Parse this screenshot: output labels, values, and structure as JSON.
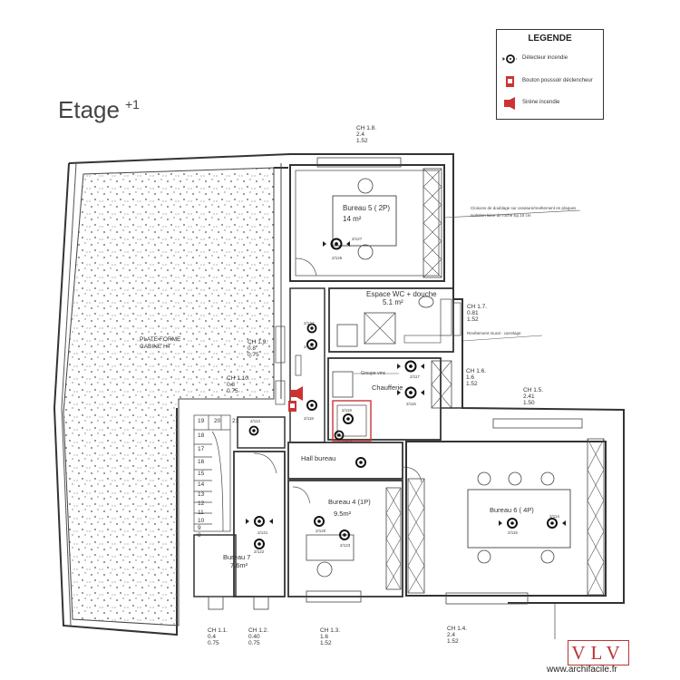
{
  "title": {
    "main": "Etage",
    "sup": "+1"
  },
  "legend": {
    "title": "LEGENDE",
    "items": [
      {
        "label": "Détecteur incendie",
        "icon": "smoke-detector-icon"
      },
      {
        "label": "Bouton poussoir déclencheur",
        "icon": "manual-call-point-icon"
      },
      {
        "label": "Sirène incendie",
        "icon": "siren-icon"
      }
    ]
  },
  "colors": {
    "walls": "#333333",
    "accent": "#cc3333",
    "hatch": "#555555"
  },
  "rooms": {
    "bureau5": {
      "name": "Bureau 5 ( 2P)",
      "area": "14 m²"
    },
    "wc": {
      "name": "Espace WC + douche",
      "area": "5.1 m²"
    },
    "chaufferie": {
      "name": "Chaufferie"
    },
    "groupe": {
      "name": "Groupe vmc"
    },
    "hall": {
      "name": "Hall bureau"
    },
    "bureau4": {
      "name": "Bureau 4 (1P)",
      "area": "9.5m²"
    },
    "bureau6": {
      "name": "Bureau 6 ( 4P)"
    },
    "bureau7": {
      "name": "Bureau 7",
      "area": "7.6m²"
    },
    "plateforme": {
      "line1": "PLATE FORME",
      "line2": "CABINE HT"
    }
  },
  "annotations": {
    "cloison": "Cloisons de doublage sur ossature/revêtement en plaques",
    "isolation": "Isolation laine de roche Ep.10 cm",
    "revetement": "Revêtement mural - carrelage"
  },
  "windows": [
    {
      "name": "CH 1.8.",
      "w": "2.4",
      "h": "1.52"
    },
    {
      "name": "CH 1.7.",
      "w": "0.81",
      "h": "1.52"
    },
    {
      "name": "CH 1.9.",
      "w": "0.8",
      "h": "0.75"
    },
    {
      "name": "CH 1.10.",
      "w": "0.8",
      "h": "0.75"
    },
    {
      "name": "CH 1.6.",
      "w": "1.6",
      "h": "1.52"
    },
    {
      "name": "CH 1.5.",
      "w": "2.41",
      "h": "1.50"
    },
    {
      "name": "CH 1.1.",
      "w": "0.4",
      "h": "0.75"
    },
    {
      "name": "CH 1.2.",
      "w": "0.40",
      "h": "0.75"
    },
    {
      "name": "CH 1.3.",
      "w": "1.6",
      "h": "1.52"
    },
    {
      "name": "CH 1.4.",
      "w": "2.4",
      "h": "1.52"
    }
  ],
  "detector_codes": [
    "2/127",
    "2/126",
    "2/124",
    "2/125",
    "2/117",
    "2/116",
    "2/118",
    "2/113",
    "2/119",
    "2/120",
    "2/121",
    "2/122",
    "2/115",
    "2/114",
    "2/123",
    "2/136"
  ],
  "stairs": {
    "steps": [
      "19",
      "20",
      "21",
      "18",
      "17",
      "16",
      "15",
      "14",
      "13",
      "12",
      "11",
      "10",
      "9",
      "8"
    ]
  },
  "logo": "VLV",
  "site": "www.archifacile.fr"
}
